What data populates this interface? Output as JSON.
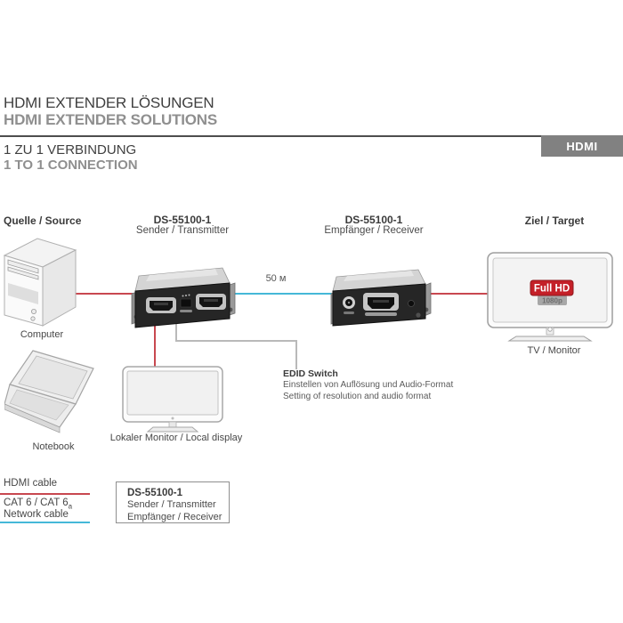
{
  "header": {
    "title_de": "HDMI EXTENDER LÖSUNGEN",
    "title_en": "HDMI EXTENDER SOLUTIONS",
    "subtitle_de": "1 ZU 1 VERBINDUNG",
    "subtitle_en": "1 TO 1 CONNECTION",
    "badge": "HDMI"
  },
  "diagram": {
    "source_label": "Quelle / Source",
    "transmitter": {
      "model": "DS-55100-1",
      "role": "Sender / Transmitter"
    },
    "receiver": {
      "model": "DS-55100-1",
      "role": "Empfänger / Receiver"
    },
    "target_label": "Ziel / Target",
    "distance": "50 м",
    "computer_caption": "Computer",
    "notebook_caption": "Notebook",
    "local_display_caption": "Lokaler Monitor / Local display",
    "tv_caption": "TV / Monitor",
    "tv_badge_primary": "Full HD",
    "tv_badge_secondary": "1080p",
    "edid": {
      "title": "EDID Switch",
      "line_de": "Einstellen von Auflösung und Audio-Format",
      "line_en": "Setting of resolution and audio format"
    }
  },
  "legend": {
    "hdmi_cable": "HDMI cable",
    "network_cable_line1": "CAT 6 / CAT 6",
    "network_cable_sub": "a",
    "network_cable_line2": "Network cable",
    "device_box": {
      "model": "DS-55100-1",
      "role1": "Sender / Transmitter",
      "role2": "Empfänger / Receiver"
    }
  },
  "colors": {
    "hdmi_cable": "#c84850",
    "network_cable": "#45b8d8",
    "badge_bg": "#818181",
    "fullhd_red": "#c42028",
    "fullhd_border": "#8e171d",
    "resolution_gray": "#a7a7a7"
  }
}
